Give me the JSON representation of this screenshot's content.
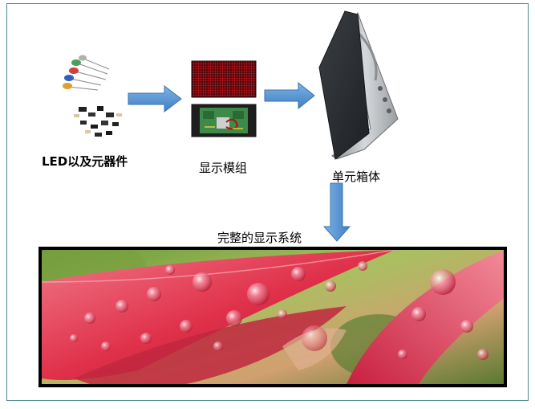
{
  "labels": {
    "components": "LED以及元器件",
    "module": "显示模组",
    "cabinet": "单元箱体",
    "system": "完整的显示系统"
  },
  "colors": {
    "arrow_fill": "#4f8fd0",
    "arrow_stroke": "#3a74ad",
    "frame_border": "#4a8a94",
    "module_red": "#c8141e",
    "pcb_green": "#3d8a4a",
    "cabinet_dark": "#2b2f33",
    "cabinet_silver": "#b8bcc0",
    "leaf_red": "#e0304a",
    "leaf_pink": "#f06a80",
    "background_green": "#5a8a3a"
  },
  "icons": {
    "components": "led-components-image",
    "module": "led-module-image",
    "cabinet": "led-cabinet-image",
    "system": "led-display-photo"
  }
}
